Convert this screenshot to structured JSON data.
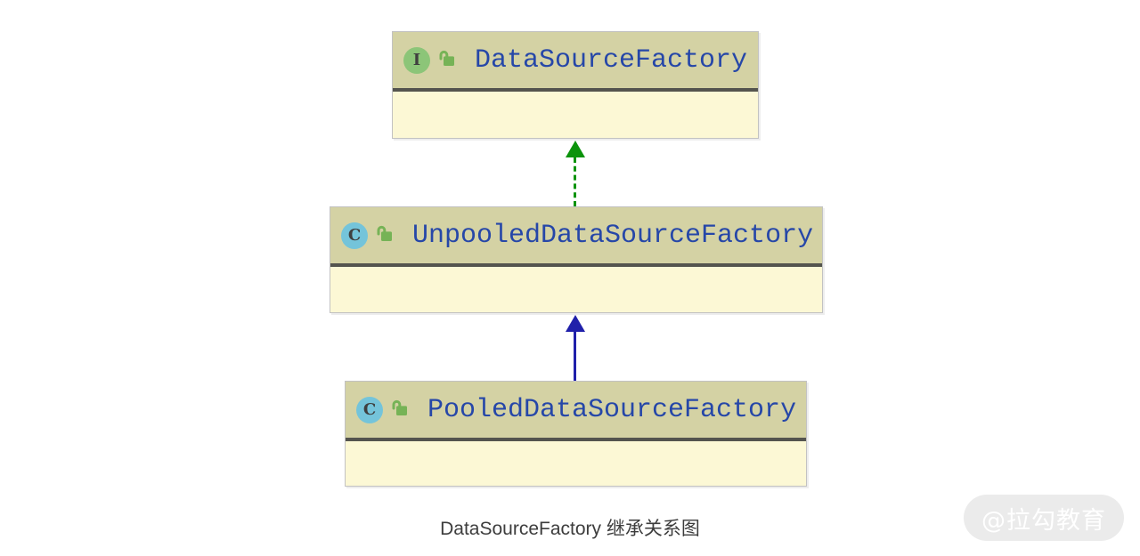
{
  "diagram": {
    "caption": "DataSourceFactory 继承关系图",
    "watermark": "@拉勾教育",
    "nodes": [
      {
        "id": "data-source-factory",
        "label": "DataSourceFactory",
        "kind": "interface",
        "badge": "I"
      },
      {
        "id": "unpooled-data-source-factory",
        "label": "UnpooledDataSourceFactory",
        "kind": "class",
        "badge": "C"
      },
      {
        "id": "pooled-data-source-factory",
        "label": "PooledDataSourceFactory",
        "kind": "class",
        "badge": "C"
      }
    ],
    "edges": [
      {
        "from": "UnpooledDataSourceFactory",
        "to": "DataSourceFactory",
        "relation": "implements",
        "line_style": "dashed",
        "color": "#0b930b"
      },
      {
        "from": "PooledDataSourceFactory",
        "to": "UnpooledDataSourceFactory",
        "relation": "extends",
        "line_style": "solid",
        "color": "#2020aa"
      }
    ],
    "colors": {
      "node_header_bg": "#d4d2a4",
      "node_body_bg": "#fcf8d5",
      "node_divider": "#54544e",
      "node_border": "#c2c2c2",
      "title_text": "#2647a8",
      "interface_badge_bg": "#8cc578",
      "class_badge_bg": "#74c4da",
      "badge_letter": "#3f3f3f",
      "lock_icon": "#76b356",
      "implements_arrow": "#0b930b",
      "extends_arrow": "#2020aa",
      "caption_text": "#3d3d3d",
      "watermark_bg": "#ebebeb",
      "watermark_text": "#ffffff"
    }
  }
}
